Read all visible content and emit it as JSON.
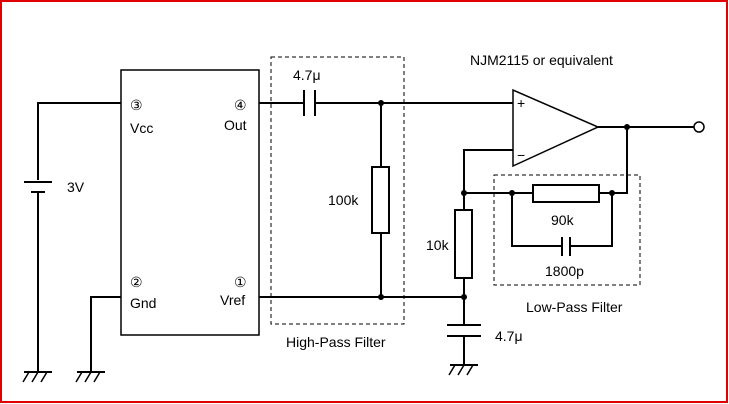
{
  "colors": {
    "frame": "#e00000",
    "ink": "#000000",
    "background": "#ffffff"
  },
  "ic": {
    "pins": [
      {
        "number": "③",
        "label": "Vcc"
      },
      {
        "number": "④",
        "label": "Out"
      },
      {
        "number": "②",
        "label": "Gnd"
      },
      {
        "number": "①",
        "label": "Vref"
      }
    ]
  },
  "battery": {
    "label": "3V"
  },
  "opamp": {
    "part_label": "NJM2115 or equivalent",
    "plus": "+",
    "minus": "−"
  },
  "high_pass": {
    "capacitor": "4.7μ",
    "resistor": "100k",
    "label": "High-Pass Filter"
  },
  "feedback_resistor": "10k",
  "ground_capacitor": "4.7μ",
  "low_pass": {
    "resistor": "90k",
    "capacitor": "1800p",
    "label": "Low-Pass Filter"
  }
}
